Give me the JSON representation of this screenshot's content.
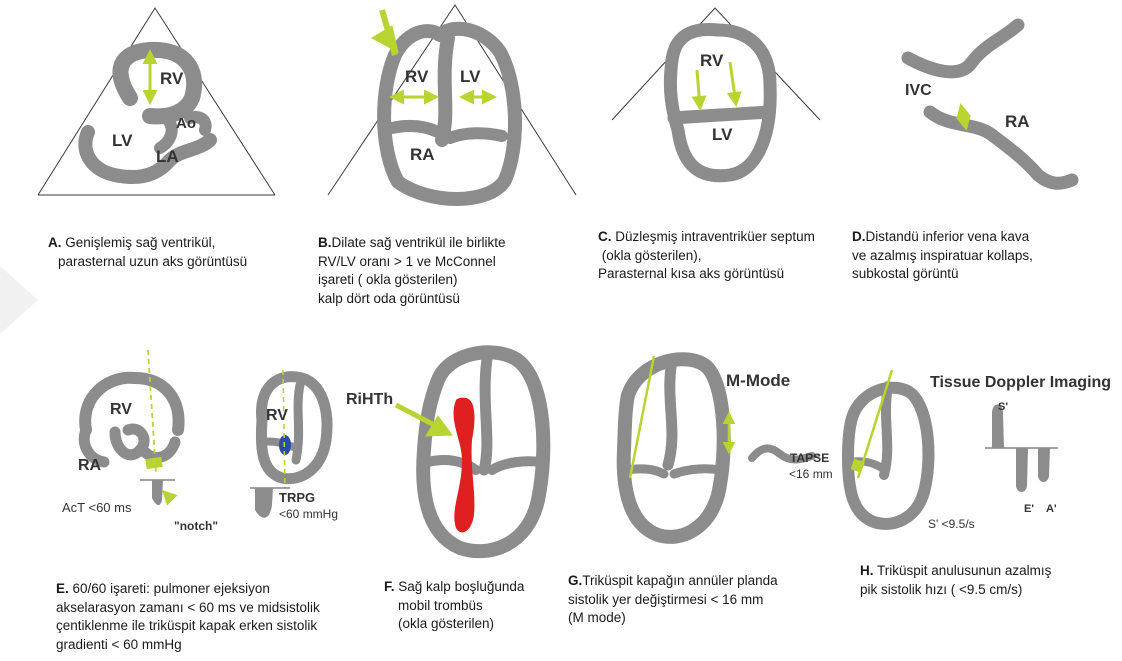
{
  "panels": [
    {
      "id": "A",
      "labels": [
        "RV",
        "Ao",
        "LV",
        "LA"
      ],
      "caption": {
        "lead": "A.",
        "lines": [
          "Genişlemiş sağ ventrikül,",
          "parasternal uzun aks görüntüsü"
        ]
      }
    },
    {
      "id": "B",
      "labels": [
        "RV",
        "LV",
        "RA"
      ],
      "caption": {
        "lead": "B.",
        "lines": [
          "Dilate sağ ventrikül ile birlikte",
          "RV/LV oranı > 1 ve McConnel",
          "işareti ( okla gösterilen)",
          "kalp dört oda görüntüsü"
        ]
      }
    },
    {
      "id": "C",
      "labels": [
        "RV",
        "LV"
      ],
      "caption": {
        "lead": "C.",
        "lines": [
          "Düzleşmiş intraventriküer septum",
          " (okla gösterilen),",
          "Parasternal kısa aks görüntüsü"
        ]
      }
    },
    {
      "id": "D",
      "labels": [
        "IVC",
        "RA"
      ],
      "caption": {
        "lead": "D.",
        "lines": [
          "Distandü inferior vena kava",
          "ve azalmış inspiratuar kollaps,",
          "subkostal görüntü"
        ]
      }
    },
    {
      "id": "E",
      "labels": [
        "RV",
        "RA",
        "AcT <60 ms",
        "\"notch\"",
        "RV",
        "TRPG",
        "<60 mmHg"
      ],
      "caption": {
        "lead": "E.",
        "lines": [
          "60/60 işareti: pulmoner ejeksiyon",
          "akselarasyon zamanı < 60 ms ve midsistolik",
          "çentiklenme ile triküspit kapak erken sistolik",
          "gradienti < 60 mmHg"
        ]
      }
    },
    {
      "id": "F",
      "labels": [
        "RiHTh"
      ],
      "caption": {
        "lead": "F.",
        "lines": [
          "Sağ kalp boşluğunda",
          "mobil trombüs",
          "(okla gösterilen)"
        ]
      }
    },
    {
      "id": "G",
      "labels": [
        "M-Mode",
        "TAPSE",
        "<16 mm"
      ],
      "caption": {
        "lead": "G.",
        "lines": [
          "Triküspit kapağın annüler planda",
          "sistolik yer değiştirmesi < 16 mm",
          "(M mode)"
        ]
      }
    },
    {
      "id": "H",
      "labels": [
        "Tissue Doppler Imaging",
        "S'",
        "E'",
        "A'",
        "S' <9.5/s"
      ],
      "caption": {
        "lead": "H.",
        "lines": [
          "Triküspit anulusunun azalmış",
          "pik sistolik hızı ( <9.5 cm/s)"
        ]
      }
    }
  ],
  "colors": {
    "wall": "#8c8c8c",
    "arrow": "#b8d430",
    "thrombus": "#e02020",
    "tr_jet": "#2b4ba8"
  }
}
